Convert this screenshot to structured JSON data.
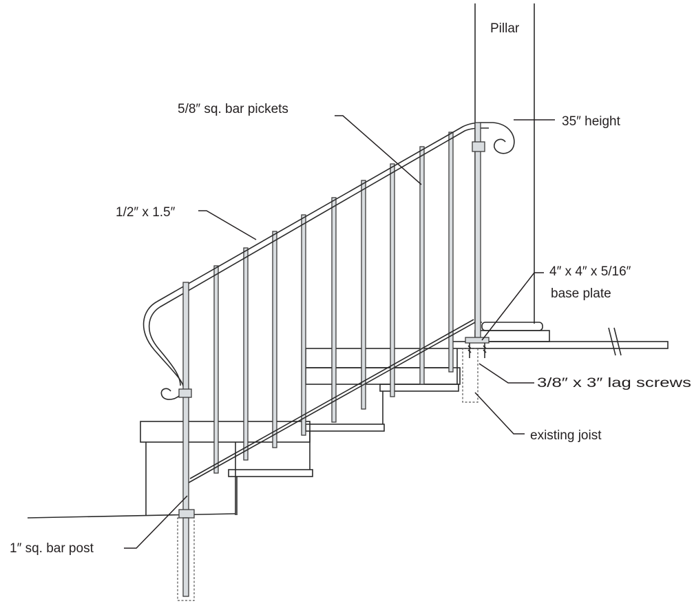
{
  "labels": {
    "pillar": "Pillar",
    "pickets": "5/8″ sq. bar pickets",
    "height": "35″ height",
    "rail": "1/2″ x 1.5″",
    "base_plate_line1": "4″ x 4″ x 5/16″",
    "base_plate_line2": "base plate",
    "lag_screws": "3/8″ x 3″ lag screws",
    "joist": "existing joist",
    "post": "1″ sq. bar post"
  },
  "colors": {
    "ink": "#2a2a2a",
    "metal_fill": "#d9dde0"
  }
}
